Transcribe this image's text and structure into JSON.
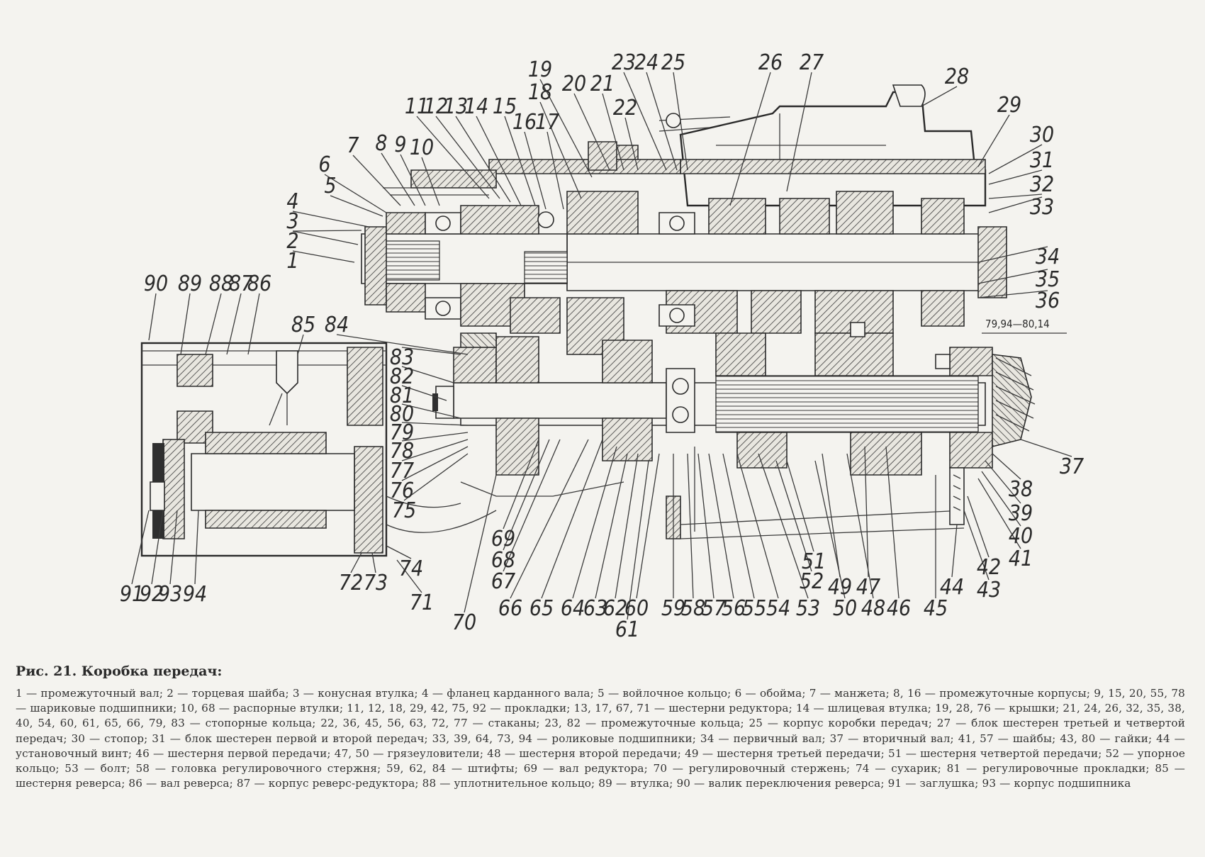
{
  "figure": {
    "callouts": [
      {
        "id": "c1",
        "text": "1"
      },
      {
        "id": "c2",
        "text": "2"
      },
      {
        "id": "c3",
        "text": "3"
      },
      {
        "id": "c4",
        "text": "4"
      },
      {
        "id": "c5",
        "text": "5"
      },
      {
        "id": "c6",
        "text": "6"
      },
      {
        "id": "c7",
        "text": "7"
      },
      {
        "id": "c8",
        "text": "8"
      },
      {
        "id": "c9",
        "text": "9"
      },
      {
        "id": "c10",
        "text": "10"
      },
      {
        "id": "c11",
        "text": "11"
      },
      {
        "id": "c12",
        "text": "12"
      },
      {
        "id": "c13",
        "text": "13"
      },
      {
        "id": "c14",
        "text": "14"
      },
      {
        "id": "c15",
        "text": "15"
      },
      {
        "id": "c16",
        "text": "16"
      },
      {
        "id": "c17",
        "text": "17"
      },
      {
        "id": "c18",
        "text": "18"
      },
      {
        "id": "c19",
        "text": "19"
      },
      {
        "id": "c20",
        "text": "20"
      },
      {
        "id": "c21",
        "text": "21"
      },
      {
        "id": "c22",
        "text": "22"
      },
      {
        "id": "c23",
        "text": "23"
      },
      {
        "id": "c24",
        "text": "24"
      },
      {
        "id": "c25",
        "text": "25"
      },
      {
        "id": "c26",
        "text": "26"
      },
      {
        "id": "c27",
        "text": "27"
      },
      {
        "id": "c28",
        "text": "28"
      },
      {
        "id": "c29",
        "text": "29"
      },
      {
        "id": "c30",
        "text": "30"
      },
      {
        "id": "c31",
        "text": "31"
      },
      {
        "id": "c32",
        "text": "32"
      },
      {
        "id": "c33",
        "text": "33"
      },
      {
        "id": "c34",
        "text": "34"
      },
      {
        "id": "c35",
        "text": "35"
      },
      {
        "id": "c36",
        "text": "36"
      },
      {
        "id": "c37",
        "text": "37"
      },
      {
        "id": "c38",
        "text": "38"
      },
      {
        "id": "c39",
        "text": "39"
      },
      {
        "id": "c40",
        "text": "40"
      },
      {
        "id": "c41",
        "text": "41"
      },
      {
        "id": "c42",
        "text": "42"
      },
      {
        "id": "c43",
        "text": "43"
      },
      {
        "id": "c44",
        "text": "44"
      },
      {
        "id": "c45",
        "text": "45"
      },
      {
        "id": "c46",
        "text": "46"
      },
      {
        "id": "c47",
        "text": "47"
      },
      {
        "id": "c48",
        "text": "48"
      },
      {
        "id": "c49",
        "text": "49"
      },
      {
        "id": "c50",
        "text": "50"
      },
      {
        "id": "c51",
        "text": "51"
      },
      {
        "id": "c52",
        "text": "52"
      },
      {
        "id": "c53",
        "text": "53"
      },
      {
        "id": "c54",
        "text": "54"
      },
      {
        "id": "c55",
        "text": "55"
      },
      {
        "id": "c56",
        "text": "56"
      },
      {
        "id": "c57",
        "text": "57"
      },
      {
        "id": "c58",
        "text": "58"
      },
      {
        "id": "c59",
        "text": "59"
      },
      {
        "id": "c60",
        "text": "60"
      },
      {
        "id": "c61",
        "text": "61"
      },
      {
        "id": "c62",
        "text": "62"
      },
      {
        "id": "c63",
        "text": "63"
      },
      {
        "id": "c64",
        "text": "64"
      },
      {
        "id": "c65",
        "text": "65"
      },
      {
        "id": "c66",
        "text": "66"
      },
      {
        "id": "c67",
        "text": "67"
      },
      {
        "id": "c68",
        "text": "68"
      },
      {
        "id": "c69",
        "text": "69"
      },
      {
        "id": "c70",
        "text": "70"
      },
      {
        "id": "c71",
        "text": "71"
      },
      {
        "id": "c72",
        "text": "72"
      },
      {
        "id": "c73",
        "text": "73"
      },
      {
        "id": "c74",
        "text": "74"
      },
      {
        "id": "c75",
        "text": "75"
      },
      {
        "id": "c76",
        "text": "76"
      },
      {
        "id": "c77",
        "text": "77"
      },
      {
        "id": "c78",
        "text": "78"
      },
      {
        "id": "c79",
        "text": "79"
      },
      {
        "id": "c80",
        "text": "80"
      },
      {
        "id": "c81",
        "text": "81"
      },
      {
        "id": "c82",
        "text": "82"
      },
      {
        "id": "c83",
        "text": "83"
      },
      {
        "id": "c84",
        "text": "84"
      },
      {
        "id": "c85",
        "text": "85"
      },
      {
        "id": "c86",
        "text": "86"
      },
      {
        "id": "c87",
        "text": "87"
      },
      {
        "id": "c88",
        "text": "88"
      },
      {
        "id": "c89",
        "text": "89"
      },
      {
        "id": "c90",
        "text": "90"
      },
      {
        "id": "c91",
        "text": "91"
      },
      {
        "id": "c92",
        "text": "92"
      },
      {
        "id": "c93",
        "text": "93"
      },
      {
        "id": "c94",
        "text": "94"
      }
    ],
    "dimension": "79,94—80,14"
  },
  "caption": {
    "title": "Рис. 21. Коробка передач:",
    "body": "1 — промежуточный вал; 2 — торцевая шайба; 3 — конусная втулка; 4 — фланец карданного вала; 5 — войлочное кольцо; 6 — обойма; 7 — манжета; 8, 16 — промежуточные корпусы; 9, 15, 20, 55, 78 — шариковые подшипники; 10, 68 — распорные втулки; 11, 12, 18, 29, 42, 75, 92 — прокладки; 13, 17, 67, 71 — шестерни редуктора; 14 — шлицевая втулка; 19, 28, 76 — крышки; 21, 24, 26, 32, 35, 38, 40, 54, 60, 61, 65, 66, 79, 83 — стопорные кольца; 22, 36, 45, 56, 63, 72, 77 — стаканы; 23, 82 — промежуточные кольца; 25 — корпус коробки передач; 27 — блок шестерен третьей и четвертой передач; 30 — стопор; 31 — блок шестерен первой и второй передач; 33, 39, 64, 73, 94 — роликовые подшипники; 34 — первичный вал; 37 — вторичный вал; 41, 57 — шайбы; 43, 80 — гайки; 44 — установочный винт; 46 — шестерня первой передачи; 47, 50 — грязеуловители; 48 — шестерня второй передачи; 49 — шестерня третьей передачи; 51 — шестерня четвертой передачи; 52 — упорное кольцо; 53 — болт; 58 — головка регулировочного стержня; 59, 62, 84 — штифты; 69 — вал редуктора; 70 — регулировочный стержень; 74 — сухарик; 81 — регулировочные прокладки; 85 — шестерня реверса; 86 — вал реверса; 87 — корпус реверс-редуктора; 88 — уплотнительное кольцо; 89 — втулка; 90 — валик переключения реверса; 91 — заглушка; 93 — корпус подшипника"
  }
}
